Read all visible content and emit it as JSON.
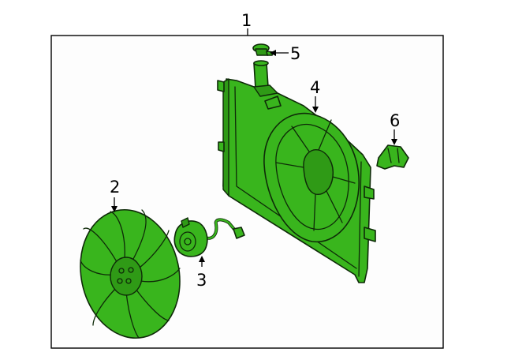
{
  "callouts": {
    "assembly": "1",
    "fan_blade": "2",
    "fan_motor": "3",
    "shroud": "4",
    "reservoir_cap": "5",
    "resistor": "6"
  },
  "colors": {
    "part_fill": "#39b51d",
    "outline": "#0e2a08",
    "frame_background": "#fdfdfd"
  }
}
